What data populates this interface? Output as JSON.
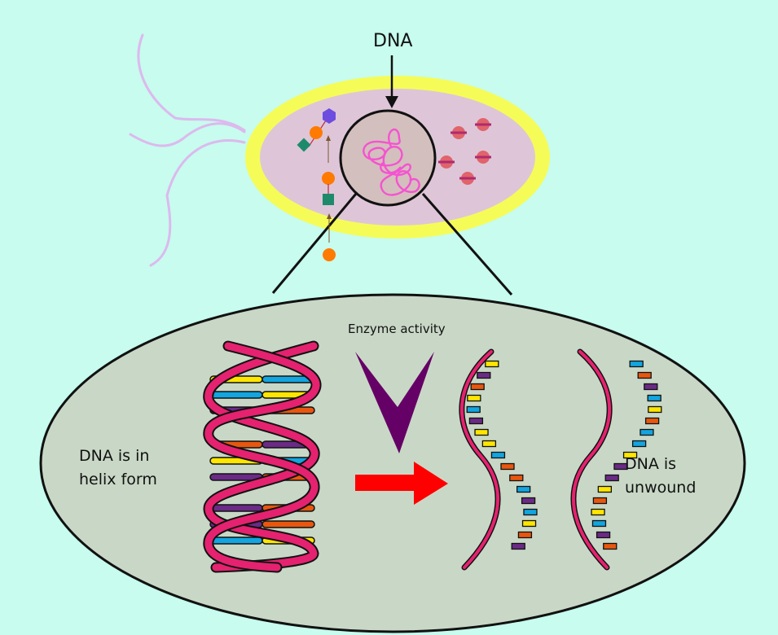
{
  "labels": {
    "dna": "DNA",
    "enzyme": "Enzyme activity",
    "helix_line1": "DNA is in",
    "helix_line2": "helix form",
    "unwound_line1": "DNA is",
    "unwound_line2": "unwound"
  },
  "colors": {
    "background": "#c7fcee",
    "capsule": "#f5fc58",
    "cytoplasm": "#dec6d8",
    "nucleoid": "#d3bfbd",
    "dna_tangle": "#f552d1",
    "flagella": "#ddb9ee",
    "zoom_ellipse": "#c9d8c6",
    "backbone": "#e5226f",
    "enzyme": "#650066",
    "arrow": "#ff0000",
    "base_yellow": "#ffe600",
    "base_blue": "#12a5e0",
    "base_orange": "#e8570f",
    "base_purple": "#6b2a86",
    "ribosome": "#e0646a",
    "ribosome_bar": "#b02a6e",
    "orange_molecule": "#ff7a00",
    "green_molecule": "#1e8a6c",
    "hexagon": "#6d4de0"
  },
  "helix_pairs": [
    [
      "yellow",
      "blue"
    ],
    [
      "blue",
      "yellow"
    ],
    [
      "purple",
      "orange"
    ],
    [
      "orange",
      "purple"
    ],
    [
      "yellow",
      "blue"
    ],
    [
      "purple",
      "orange"
    ],
    [
      "purple",
      "orange"
    ],
    [
      "purple",
      "orange"
    ],
    [
      "blue",
      "yellow"
    ]
  ],
  "left_strand_bases": [
    "yellow",
    "purple",
    "orange",
    "yellow",
    "blue",
    "purple",
    "yellow",
    "yellow",
    "blue",
    "orange",
    "orange",
    "blue",
    "purple",
    "blue",
    "yellow",
    "orange",
    "purple"
  ],
  "right_strand_bases": [
    "blue",
    "orange",
    "purple",
    "blue",
    "yellow",
    "orange",
    "blue",
    "blue",
    "yellow",
    "purple",
    "purple",
    "yellow",
    "orange",
    "yellow",
    "blue",
    "purple",
    "orange"
  ]
}
